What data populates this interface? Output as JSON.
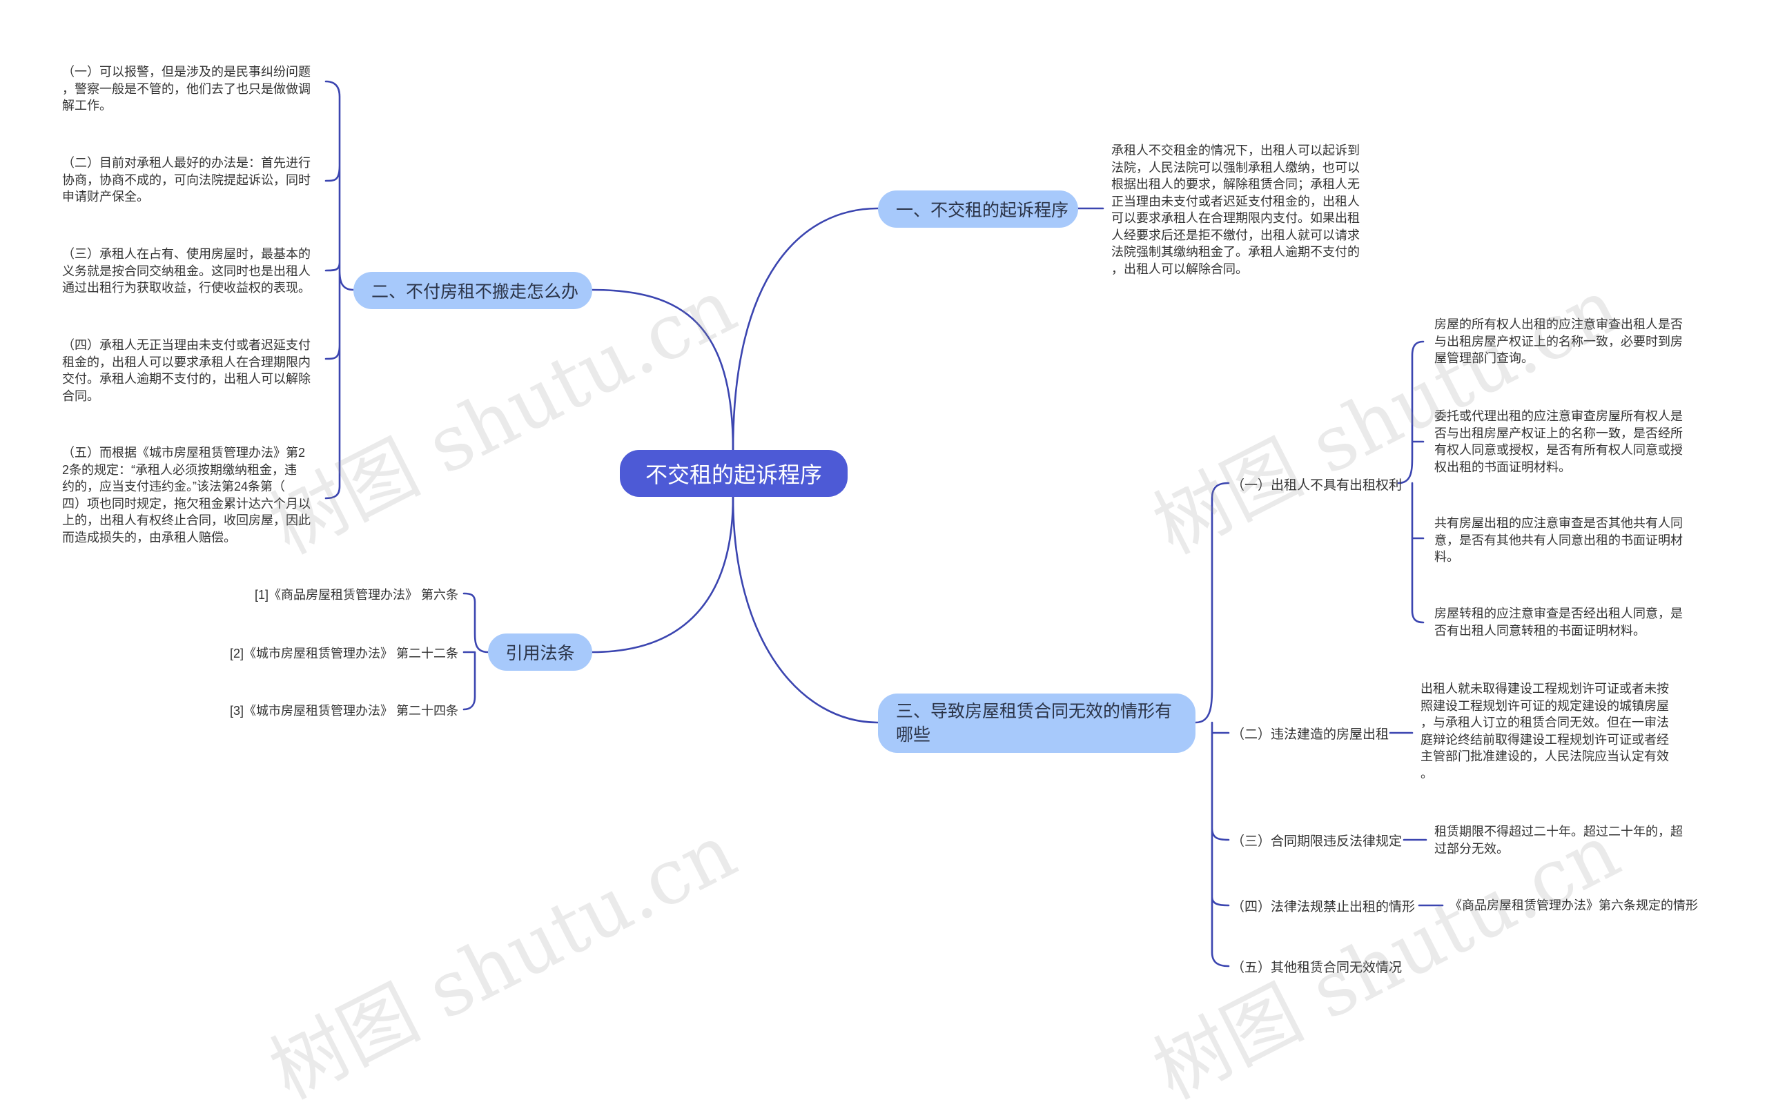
{
  "root": {
    "label": "不交租的起诉程序"
  },
  "branch1": {
    "label": "一、不交租的起诉程序",
    "detail": [
      "承租人不交租金的情况下，出租人可以起诉到",
      "法院，人民法院可以强制承租人缴纳，也可以",
      "根据出租人的要求，解除租赁合同；承租人无",
      "正当理由未支付或者迟延支付租金的，出租人",
      "可以要求承租人在合理期限内支付。如果出租",
      "人经要求后还是拒不缴付，出租人就可以请求",
      "法院强制其缴纳租金了。承租人逾期不支付的",
      "，出租人可以解除合同。"
    ]
  },
  "branch2": {
    "label": "二、不付房租不搬走怎么办",
    "items": [
      [
        "（一）可以报警，但是涉及的是民事纠纷问题",
        "，警察一般是不管的，他们去了也只是做做调",
        "解工作。"
      ],
      [
        "（二）目前对承租人最好的办法是：首先进行",
        "协商，协商不成的，可向法院提起诉讼，同时",
        "申请财产保全。"
      ],
      [
        "（三）承租人在占有、使用房屋时，最基本的",
        "义务就是按合同交纳租金。这同时也是出租人",
        "通过出租行为获取收益，行使收益权的表现。"
      ],
      [
        "（四）承租人无正当理由未支付或者迟延支付",
        "租金的，出租人可以要求承租人在合理期限内",
        "交付。承租人逾期不支付的，出租人可以解除",
        "合同。"
      ],
      [
        "（五）而根据《城市房屋租赁管理办法》第2",
        "2条的规定：“承租人必须按期缴纳租金，违",
        "约的，应当支付违约金。”该法第24条第（",
        "四）项也同时规定，拖欠租金累计达六个月以",
        "上的，出租人有权终止合同，收回房屋，因此",
        "而造成损失的，由承租人赔偿。"
      ]
    ]
  },
  "branch3": {
    "label": "三、导致房屋租赁合同无效的情形有哪些",
    "subs": [
      {
        "label": "（一）出租人不具有出租权利",
        "leaves": [
          [
            "房屋的所有权人出租的应注意审查出租人是否",
            "与出租房屋产权证上的名称一致，必要时到房",
            "屋管理部门查询。"
          ],
          [
            "委托或代理出租的应注意审查房屋所有权人是",
            "否与出租房屋产权证上的名称一致，是否经所",
            "有权人同意或授权，是否有所有权人同意或授",
            "权出租的书面证明材料。"
          ],
          [
            "共有房屋出租的应注意审查是否其他共有人同",
            "意，是否有其他共有人同意出租的书面证明材",
            "料。"
          ],
          [
            "房屋转租的应注意审查是否经出租人同意，是",
            "否有出租人同意转租的书面证明材料。"
          ]
        ]
      },
      {
        "label": "（二）违法建造的房屋出租",
        "leaves": [
          [
            "出租人就未取得建设工程规划许可证或者未按",
            "照建设工程规划许可证的规定建设的城镇房屋",
            "，与承租人订立的租赁合同无效。但在一审法",
            "庭辩论终结前取得建设工程规划许可证或者经",
            "主管部门批准建设的，人民法院应当认定有效",
            "。"
          ]
        ]
      },
      {
        "label": "（三）合同期限违反法律规定",
        "leaves": [
          [
            "租赁期限不得超过二十年。超过二十年的，超",
            "过部分无效。"
          ]
        ]
      },
      {
        "label": "（四）法律法规禁止出租的情形",
        "leaves": [
          [
            "《商品房屋租赁管理办法》第六条规定的情形"
          ]
        ]
      },
      {
        "label": "（五）其他租赁合同无效情况",
        "leaves": []
      }
    ]
  },
  "branch4": {
    "label": "引用法条",
    "refs": [
      "[1]《商品房屋租赁管理办法》 第六条",
      "[2]《城市房屋租赁管理办法》 第二十二条",
      "[3]《城市房屋租赁管理办法》 第二十四条"
    ]
  },
  "watermark": "树图 shutu.cn",
  "colors": {
    "root": "#4d5ad6",
    "branch": "#a7c9fb",
    "line": "#3b45b0"
  }
}
